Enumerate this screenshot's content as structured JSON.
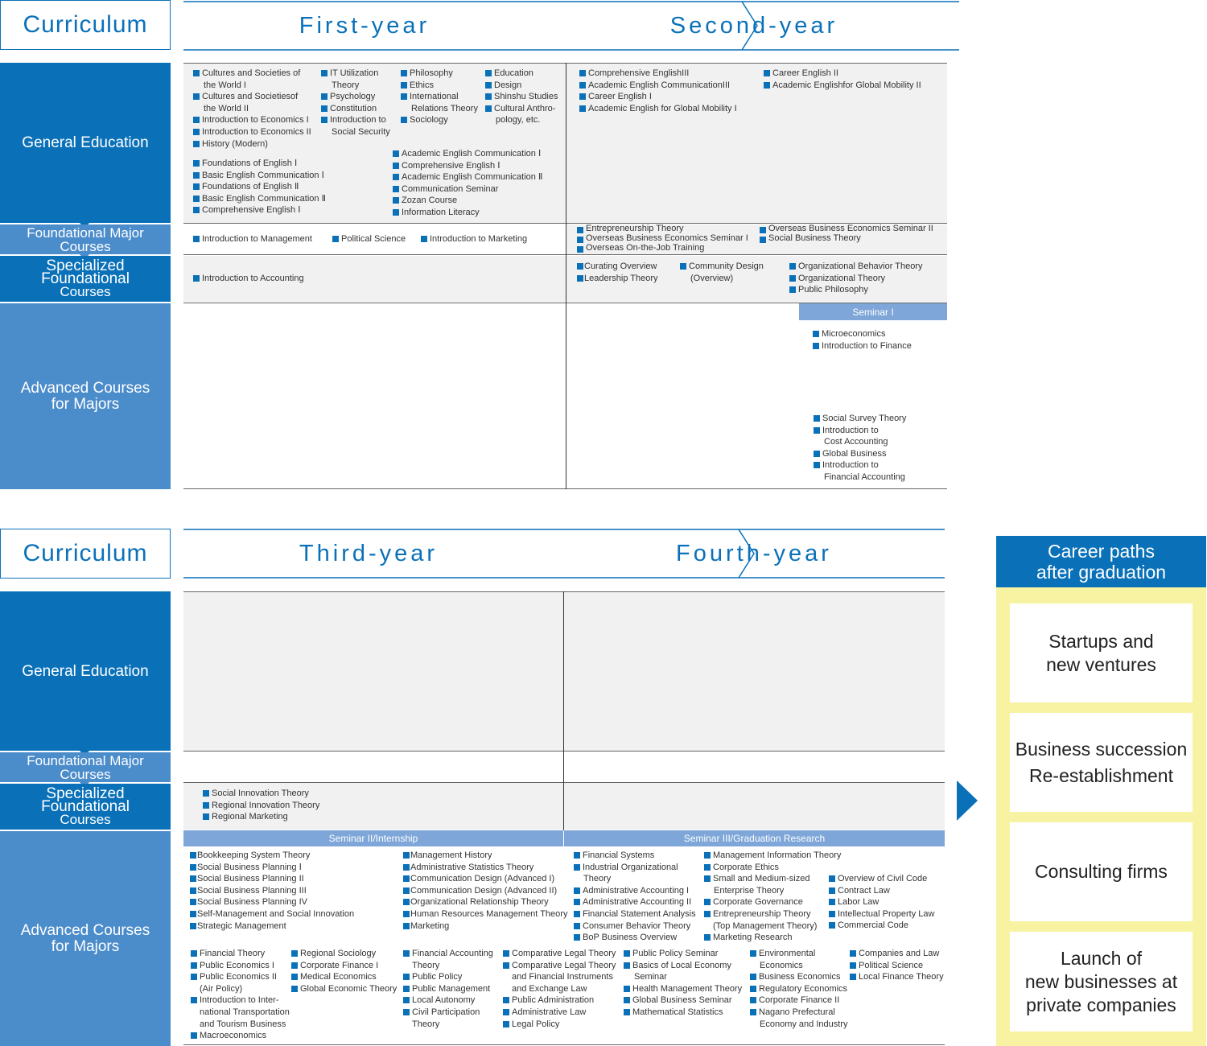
{
  "curriculum_label": "Curriculum",
  "years": {
    "first": "First-year",
    "second": "Second-year",
    "third": "Third-year",
    "fourth": "Fourth-year"
  },
  "rows": {
    "general": "General Education",
    "foundational": "Foundational Major Courses",
    "specialized_1": "Specialized Foundational",
    "specialized_2": "Courses",
    "advanced_1": "Advanced Courses",
    "advanced_2": "for Majors"
  },
  "colors": {
    "primary": "#0a71b9",
    "secondary": "#4b8ccb",
    "seminar": "#7ea6d8",
    "career_bg": "#f8f3a3",
    "cell_gray": "#f1f1f1"
  },
  "top": {
    "y1_general": {
      "c1": [
        "Cultures and Societies of",
        "the World I",
        "Cultures and Societiesof",
        "the World II",
        "Introduction to Economics I",
        "Introduction to Economics II",
        "History (Modern)"
      ],
      "c2": [
        "IT Utilization",
        "Theory",
        "Psychology",
        "Constitution",
        "Introduction to",
        "Social Security"
      ],
      "c3": [
        "Philosophy",
        "Ethics",
        "International",
        "Relations Theory",
        "Sociology"
      ],
      "c4": [
        "Education",
        "Design",
        "Shinshu Studies",
        "Cultural Anthro-",
        "pology, etc."
      ],
      "c5": [
        "Foundations of English Ⅰ",
        "Basic English Communication Ⅰ",
        "Foundations of English Ⅱ",
        "Basic English Communication Ⅱ",
        "Comprehensive English Ⅰ"
      ],
      "c6": [
        "Academic English Communication Ⅰ",
        "Comprehensive English Ⅰ",
        "Academic English Communication Ⅱ",
        "Communication Seminar",
        "Zozan Course",
        "Information Literacy"
      ]
    },
    "y2_general": {
      "c1": [
        "Comprehensive EnglishIII",
        "Academic English CommunicationIII",
        "Career English I",
        "Academic English for Global Mobility I"
      ],
      "c2": [
        "Career English II",
        "Academic Englishfor Global Mobility II"
      ]
    },
    "y1_foundational": [
      "Introduction to Management",
      "Political Science",
      "Introduction to Marketing"
    ],
    "y2_foundational": {
      "c1": [
        "Entrepreneurship Theory",
        "Overseas Business Economics Seminar I",
        "Overseas On-the-Job Training"
      ],
      "c2": [
        "Overseas Business Economics Seminar II",
        "Social Business Theory"
      ]
    },
    "y1_specialized": [
      "Introduction to Accounting"
    ],
    "y2_specialized": {
      "c1": [
        "Curating Overview",
        "Leadership Theory"
      ],
      "c2": [
        "Community Design",
        "(Overview)"
      ],
      "c3": [
        "Organizational Behavior Theory",
        "Organizational Theory",
        "Public Philosophy"
      ]
    },
    "seminar1": "Seminar I",
    "y2_advanced": {
      "c1": [
        "Microeconomics",
        "Introduction to Finance"
      ],
      "c2": [
        "Social Survey Theory",
        "Introduction to",
        "Cost Accounting",
        "Global Business",
        "Introduction to",
        "Financial Accounting"
      ]
    }
  },
  "bottom": {
    "y3_specialized": [
      "Social Innovation Theory",
      "Regional Innovation Theory",
      "Regional Marketing"
    ],
    "seminar2": "Seminar II/Internship",
    "seminar3": "Seminar III/Graduation Research",
    "y3_adv_a": {
      "c1": [
        "Bookkeeping System Theory",
        "Social Business Planning Ⅰ",
        "Social Business Planning II",
        "Social Business Planning III",
        "Social Business Planning IV",
        "Self-Management and Social Innovation",
        "Strategic Management"
      ],
      "c2": [
        "Management History",
        "Administrative Statistics Theory",
        "Communication Design (Advanced I)",
        "Communication Design (Advanced II)",
        "Organizational Relationship Theory",
        "Human Resources Management Theory",
        "Marketing"
      ]
    },
    "y3_adv_b": {
      "c1": [
        "Financial Theory",
        "Public Economics I",
        "Public Economics II",
        "(Air Policy)",
        "Introduction to Inter-",
        "national Transportation",
        "and Tourism Business",
        "Macroeconomics"
      ],
      "c2": [
        "Regional Sociology",
        "Corporate Finance I",
        "Medical Economics",
        "Global Economic Theory"
      ],
      "c3": [
        "Financial Accounting",
        "Theory",
        "Public Policy",
        "Public Management",
        "Local Autonomy",
        "Civil Participation",
        "Theory"
      ],
      "c4": [
        "Comparative Legal Theory",
        "Comparative Legal Theory",
        "and Financial Instruments",
        "and Exchange Law",
        "Public Administration",
        "Administrative Law",
        "Legal Policy"
      ]
    },
    "y4_adv_a": {
      "c1": [
        "Financial Systems",
        "Industrial Organizational",
        "Theory",
        "Administrative Accounting I",
        "Administrative Accounting II",
        "Financial Statement Analysis",
        "Consumer Behavior Theory",
        "BoP Business Overview"
      ],
      "c2": [
        "Management Information Theory",
        "Corporate Ethics",
        "Small and Medium-sized",
        "Enterprise Theory",
        "Corporate Governance",
        "Entrepreneurship Theory",
        "(Top Management Theory)",
        "Marketing Research"
      ],
      "c3": [
        "Overview of Civil Code",
        "Contract Law",
        "Labor Law",
        "Intellectual Property Law",
        "Commercial Code"
      ]
    },
    "y4_adv_b": {
      "c1": [
        "Public Policy Seminar",
        "Basics of Local Economy",
        "Seminar",
        "Health Management Theory",
        "Global Business Seminar",
        "Mathematical Statistics"
      ],
      "c2": [
        "Environmental",
        "Economics",
        "Business Economics",
        "Regulatory Economics",
        "Corporate Finance II",
        "Nagano Prefectural",
        "Economy and Industry"
      ],
      "c3": [
        "Companies and Law",
        "Political Science",
        "Local Finance Theory"
      ]
    }
  },
  "career": {
    "title_1": "Career paths",
    "title_2": "after graduation",
    "items": [
      "Startups and\nnew ventures",
      "Business succession\nRe-establishment",
      "Consulting firms",
      "Launch of\nnew businesses at\nprivate companies"
    ]
  }
}
